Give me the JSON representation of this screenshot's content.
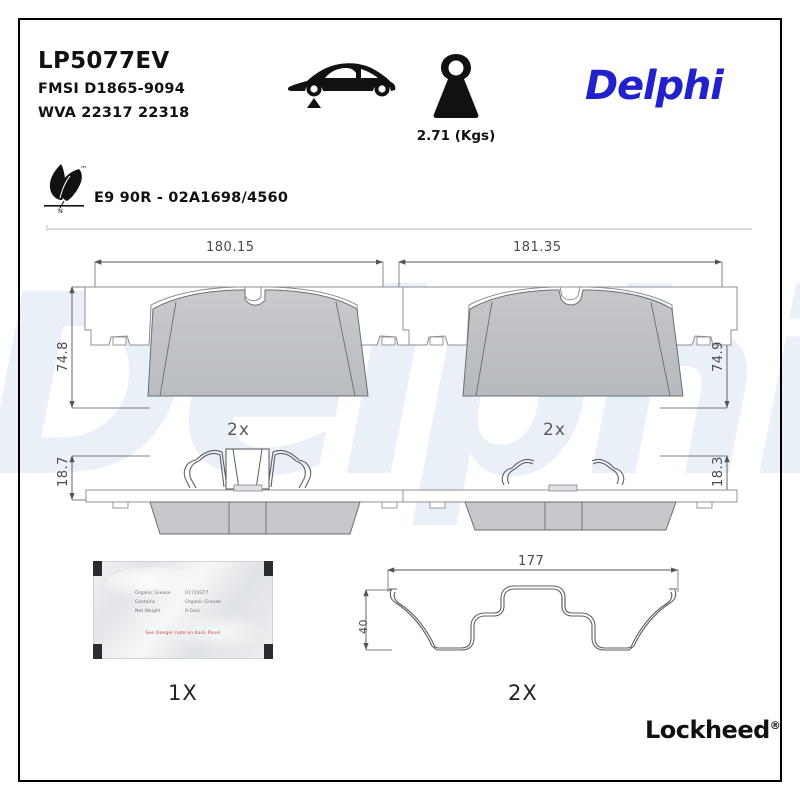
{
  "header": {
    "part_number": "LP5077EV",
    "fmsi": "FMSI D1865-9094",
    "wva": "WVA 22317 22318",
    "brand_logo": "Delphi",
    "brand_color": "#2222CC",
    "car_icon": "car-front-axle-icon",
    "weight_icon": "weight-icon",
    "weight_value": "2.71 (Kgs)",
    "eco_icon": "leaf-icon",
    "eco_icon_mark": "N",
    "approval": "E9 90R - 02A1698/4560"
  },
  "watermark": "Delphi",
  "drawing": {
    "pad_left": {
      "name": "brake-pad-left",
      "width_dim": "180.15",
      "height_dim": "74.8",
      "thickness_dim": "18.7",
      "clip_qty": "2x"
    },
    "pad_right": {
      "name": "brake-pad-right",
      "width_dim": "181.35",
      "height_dim": "74.9",
      "thickness_dim": "18.3",
      "clip_qty": "2x"
    },
    "grease": {
      "name": "grease-sachet",
      "line1_key": "Organic Grease",
      "line1_val": "01710377",
      "line2_key": "Contains",
      "line2_val": "Organic Grease",
      "line3_key": "Net Weight",
      "line3_val": "6 Gms",
      "warning": "See Danger note on back Panel",
      "qty": "1X"
    },
    "spring_clip": {
      "name": "spring-clip",
      "width_dim": "177",
      "height_dim": "40",
      "qty": "2X"
    }
  },
  "footer": {
    "logo_text": "Lockheed",
    "logo_mark": "®"
  }
}
